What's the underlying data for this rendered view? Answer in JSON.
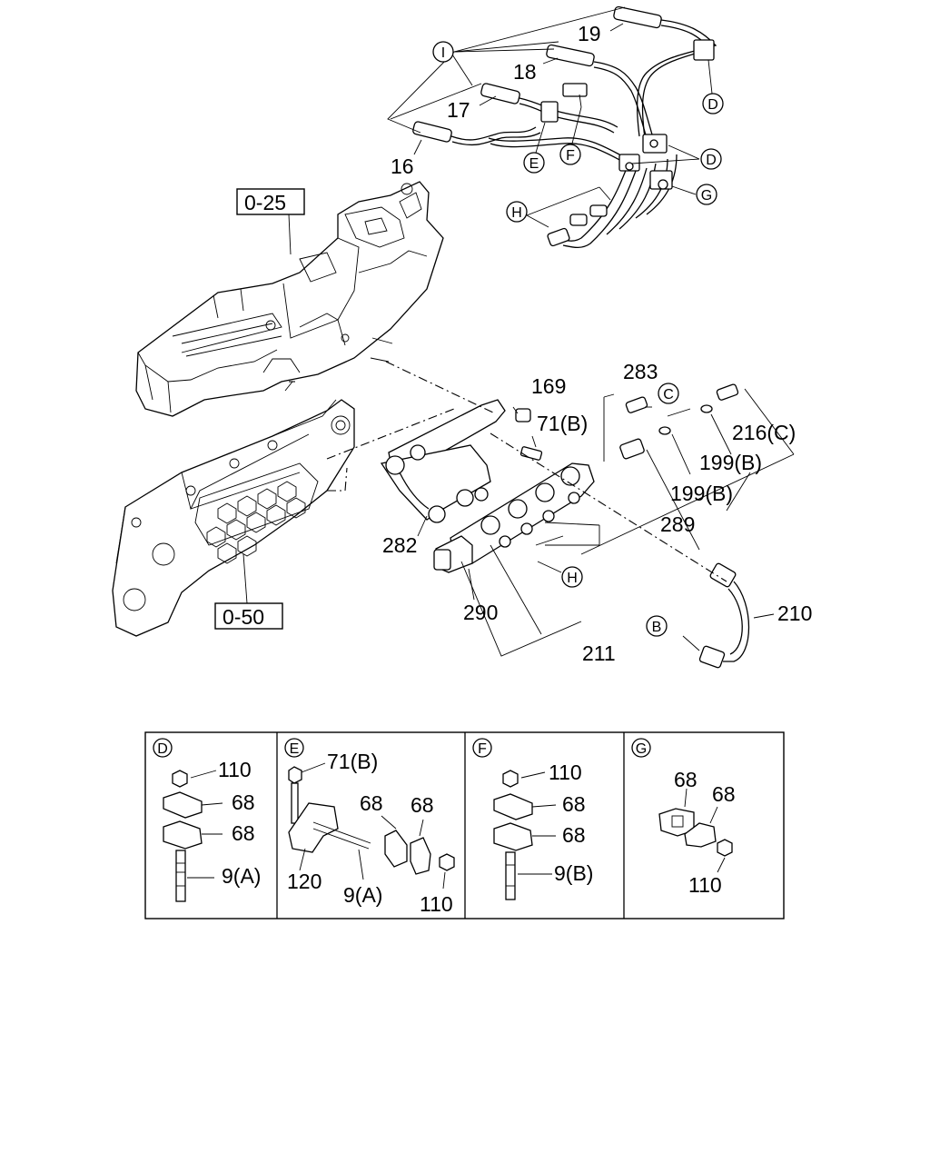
{
  "callouts": {
    "c16": "16",
    "c17": "17",
    "c18": "18",
    "c19": "19",
    "c169": "169",
    "c71b": "71(B)",
    "c283": "283",
    "c216c": "216(C)",
    "c199b_1": "199(B)",
    "c199b_2": "199(B)",
    "c289": "289",
    "c282": "282",
    "c290": "290",
    "c211": "211",
    "c210": "210"
  },
  "refs": {
    "r025": "0-25",
    "r050": "0-50"
  },
  "circle_letters": {
    "i": "I",
    "d1": "D",
    "d2": "D",
    "e": "E",
    "f": "F",
    "g": "G",
    "h1": "H",
    "h2": "H",
    "c": "C",
    "b": "B"
  },
  "details": {
    "d": {
      "letter": "D",
      "labels": {
        "n110": "110",
        "n68a": "68",
        "n68b": "68",
        "n9a": "9(A)"
      }
    },
    "e": {
      "letter": "E",
      "labels": {
        "n71b": "71(B)",
        "n68a": "68",
        "n68b": "68",
        "n120": "120",
        "n9a": "9(A)",
        "n110": "110"
      }
    },
    "f": {
      "letter": "F",
      "labels": {
        "n110": "110",
        "n68a": "68",
        "n68b": "68",
        "n9b": "9(B)"
      }
    },
    "g": {
      "letter": "G",
      "labels": {
        "n68a": "68",
        "n68b": "68",
        "n110": "110"
      }
    }
  }
}
